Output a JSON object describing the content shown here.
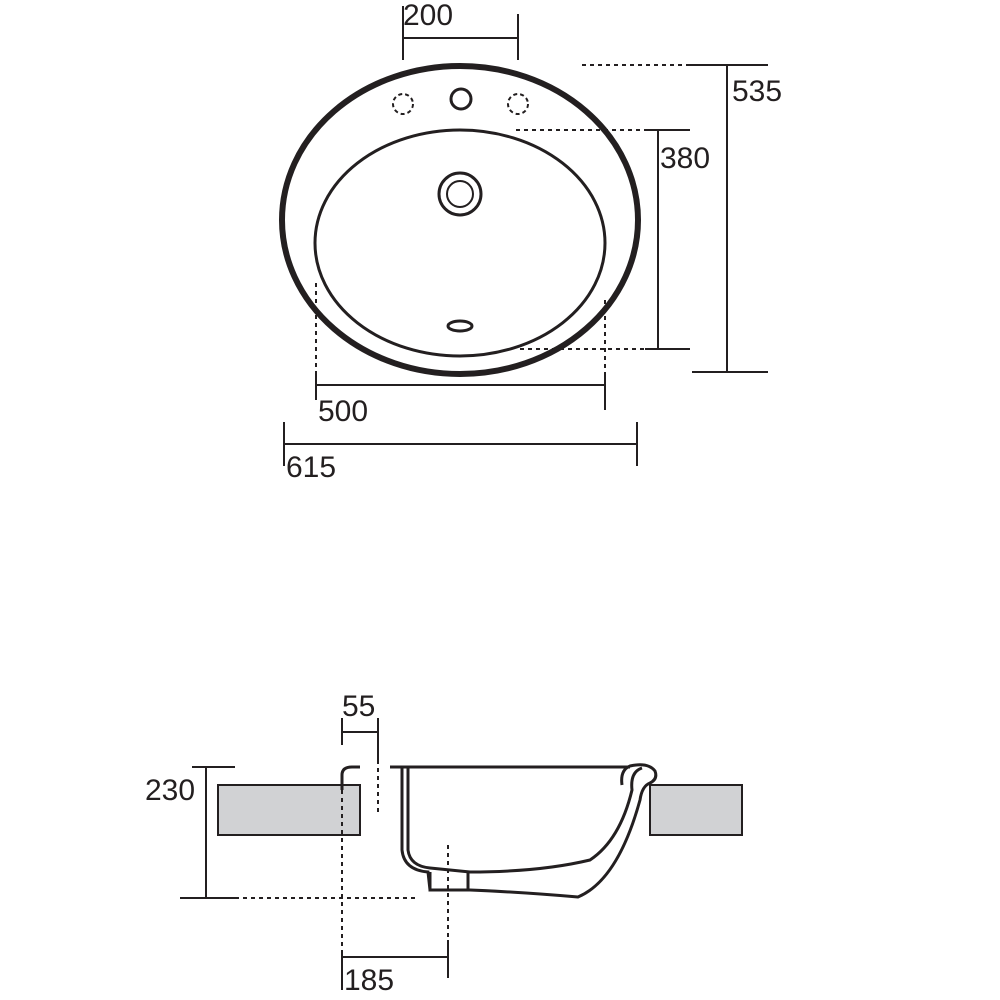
{
  "plan_view": {
    "dimensions": {
      "tap_spacing": "200",
      "overall_depth": "535",
      "bowl_depth": "380",
      "bowl_width": "500",
      "overall_width": "615"
    }
  },
  "section_view": {
    "dimensions": {
      "rim_overhang": "55",
      "overall_height": "230",
      "waste_offset": "185"
    }
  }
}
